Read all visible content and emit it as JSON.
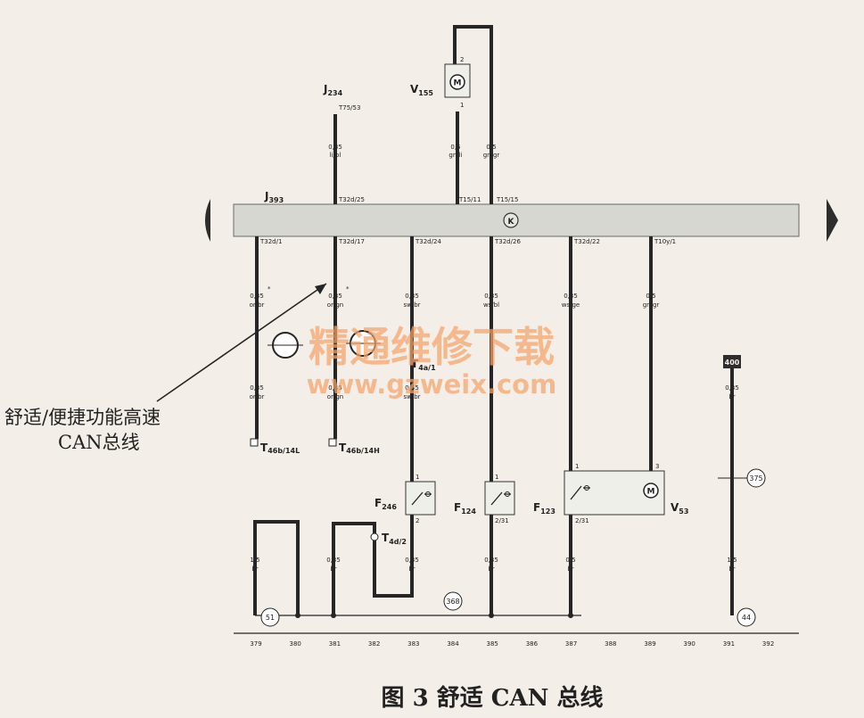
{
  "components": {
    "j234": {
      "main": "J",
      "sub": "234",
      "pin": "T75/53"
    },
    "v155": {
      "main": "V",
      "sub": "155",
      "pin_top": "2",
      "pin_bottom": "1"
    },
    "j393": {
      "main": "J",
      "sub": "393"
    },
    "f246": {
      "main": "F",
      "sub": "246",
      "pin_top": "1",
      "pin_bottom": "2"
    },
    "f124": {
      "main": "F",
      "sub": "124",
      "pin_top": "1",
      "pin_bottom": "2/31"
    },
    "f123": {
      "main": "F",
      "sub": "123",
      "pin_top": "1",
      "pin_bottom": "2/31"
    },
    "v53": {
      "main": "V",
      "sub": "53",
      "pin_top": "3"
    },
    "t4a": {
      "main": "T",
      "sub": "4a/1"
    },
    "t4d2": {
      "main": "T",
      "sub": "4d/2"
    },
    "t46h": {
      "main": "T",
      "sub": "46b/14H"
    },
    "t46l": {
      "main": "T",
      "sub": "46b/14L"
    }
  },
  "top_wires": [
    {
      "pin": "T32d/25",
      "gauge": "0,35",
      "color": "li/bl"
    },
    {
      "pin": "T15/11",
      "gauge": "0,5",
      "color": "gn/li"
    },
    {
      "pin": "T15/15",
      "gauge": "0,5",
      "color": "gn/gr"
    }
  ],
  "bottom_wires": [
    {
      "pin": "T32d/1",
      "gauge_upper": "0,35",
      "color_upper": "or/br",
      "gauge_lower": "0,35",
      "color_lower": "or/br"
    },
    {
      "pin": "T32d/17",
      "gauge_upper": "0,35",
      "color_upper": "or/gn",
      "gauge_lower": "0,35",
      "color_lower": "or/gn"
    },
    {
      "pin": "T32d/24",
      "gauge_upper": "0,35",
      "color_upper": "sw/br",
      "gauge_lower": "0,35",
      "color_lower": "sw/br"
    },
    {
      "pin": "T32d/26",
      "gauge_upper": "0,35",
      "color_upper": "ws/bl"
    },
    {
      "pin": "T32d/22",
      "gauge_upper": "0,35",
      "color_upper": "ws/ge"
    },
    {
      "pin": "T10y/1",
      "gauge_upper": "0,5",
      "color_upper": "gn/gr"
    }
  ],
  "ground_wires": [
    {
      "gauge": "1,5",
      "color": "br"
    },
    {
      "gauge": "0,35",
      "color": "br"
    },
    {
      "gauge": "0,35",
      "color": "br"
    },
    {
      "gauge": "0,35",
      "color": "br"
    },
    {
      "gauge": "0,5",
      "color": "br"
    },
    {
      "gauge": "0,35",
      "color": "br"
    },
    {
      "gauge": "1,5",
      "color": "br"
    }
  ],
  "markers": {
    "k": "K",
    "m": "M",
    "star": "*",
    "g51": "51",
    "g368": "368",
    "g375": "375",
    "g44": "44",
    "g400": "400"
  },
  "columns": [
    "379",
    "380",
    "381",
    "382",
    "383",
    "384",
    "385",
    "386",
    "387",
    "388",
    "389",
    "390",
    "391",
    "392"
  ],
  "annotation": {
    "line1": "舒适/便捷功能高速",
    "line2": "CAN总线"
  },
  "watermark": {
    "line1": "精通维修下载",
    "line2": "www.gzweix.com"
  },
  "caption": "图 3   舒适 CAN 总线",
  "colors": {
    "bus_bar": "#d7d7d1",
    "wire": "#262626",
    "watermark": "#f7a46a",
    "background": "#f3eee7"
  }
}
